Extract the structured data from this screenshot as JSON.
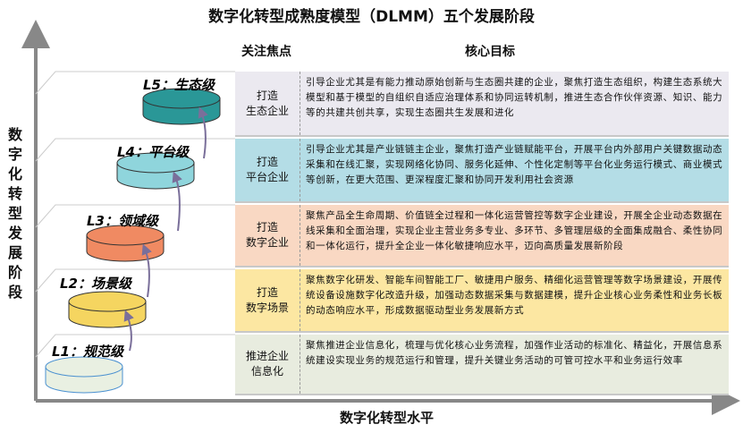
{
  "title": "数字化转型成熟度模型（DLMM）五个发展阶段",
  "headers": {
    "focus": "关注焦点",
    "goal": "核心目标"
  },
  "y_axis_label": "数字化转型发展阶段",
  "x_axis_label": "数字化转型水平",
  "levels": [
    {
      "label": "L5：生态级",
      "focus": "打造\n生态企业",
      "color": "#2a9797",
      "bg": "#ebe9f0",
      "goal": "引导企业尤其是有能力推动原始创新与生态圈共建的企业，聚焦打造生态组织，构建生态系统大模型和基于模型的自组织自适应治理体系和协同运转机制，推进生态合作伙伴资源、知识、能力等的共建共创共享，实现生态圈共生发展和进化"
    },
    {
      "label": "L4：平台级",
      "focus": "打造\n平台企业",
      "color": "#8fd5dc",
      "bg": "#b4dde6",
      "goal": "引导企业尤其是产业链链主企业，聚焦打造产业链赋能平台，开展平台内外部用户关键数据动态采集和在线汇聚，实现网络化协同、服务化延伸、个性化定制等平台化业务运行模式、商业模式等创新，在更大范围、更深程度汇聚和协同开发利用社会资源"
    },
    {
      "label": "L3：领域级",
      "focus": "打造\n数字企业",
      "color": "#f08a62",
      "bg": "#f9d8c3",
      "goal": "聚焦产品全生命周期、价值链全过程和一体化运营管控等数字企业建设，开展全企业动态数据在线采集和全面治理，实现企业主营业务多专业、多环节、多管理层级的全面集成融合、柔性协同和一体化运行，提升全企业一体化敏捷响应水平，迈向高质量发展新阶段"
    },
    {
      "label": "L2：场景级",
      "focus": "打造\n数字场景",
      "color": "#f5d560",
      "bg": "#fce7a2",
      "goal": "聚焦数字化研发、智能车间智能工厂、敏捷用户服务、精细化运营管理等数字场景建设，开展传统设备设施数字化改造升级，加强动态数据采集与数据建模，提升企业核心业务柔性和业务长板的动态响应水平，形成数据驱动型业务发展新方式"
    },
    {
      "label": "L1：规范级",
      "focus": "推进企业\n信息化",
      "color": "#e9f0e2",
      "bg": "#e8ecdf",
      "goal": "聚焦推进企业信息化，梳理与优化核心业务流程，加强作业活动的标准化、精益化，开展信息系统建设实现业务的规范运行和管理，提升关键业务活动的可管可控水平和业务运行效率"
    }
  ]
}
